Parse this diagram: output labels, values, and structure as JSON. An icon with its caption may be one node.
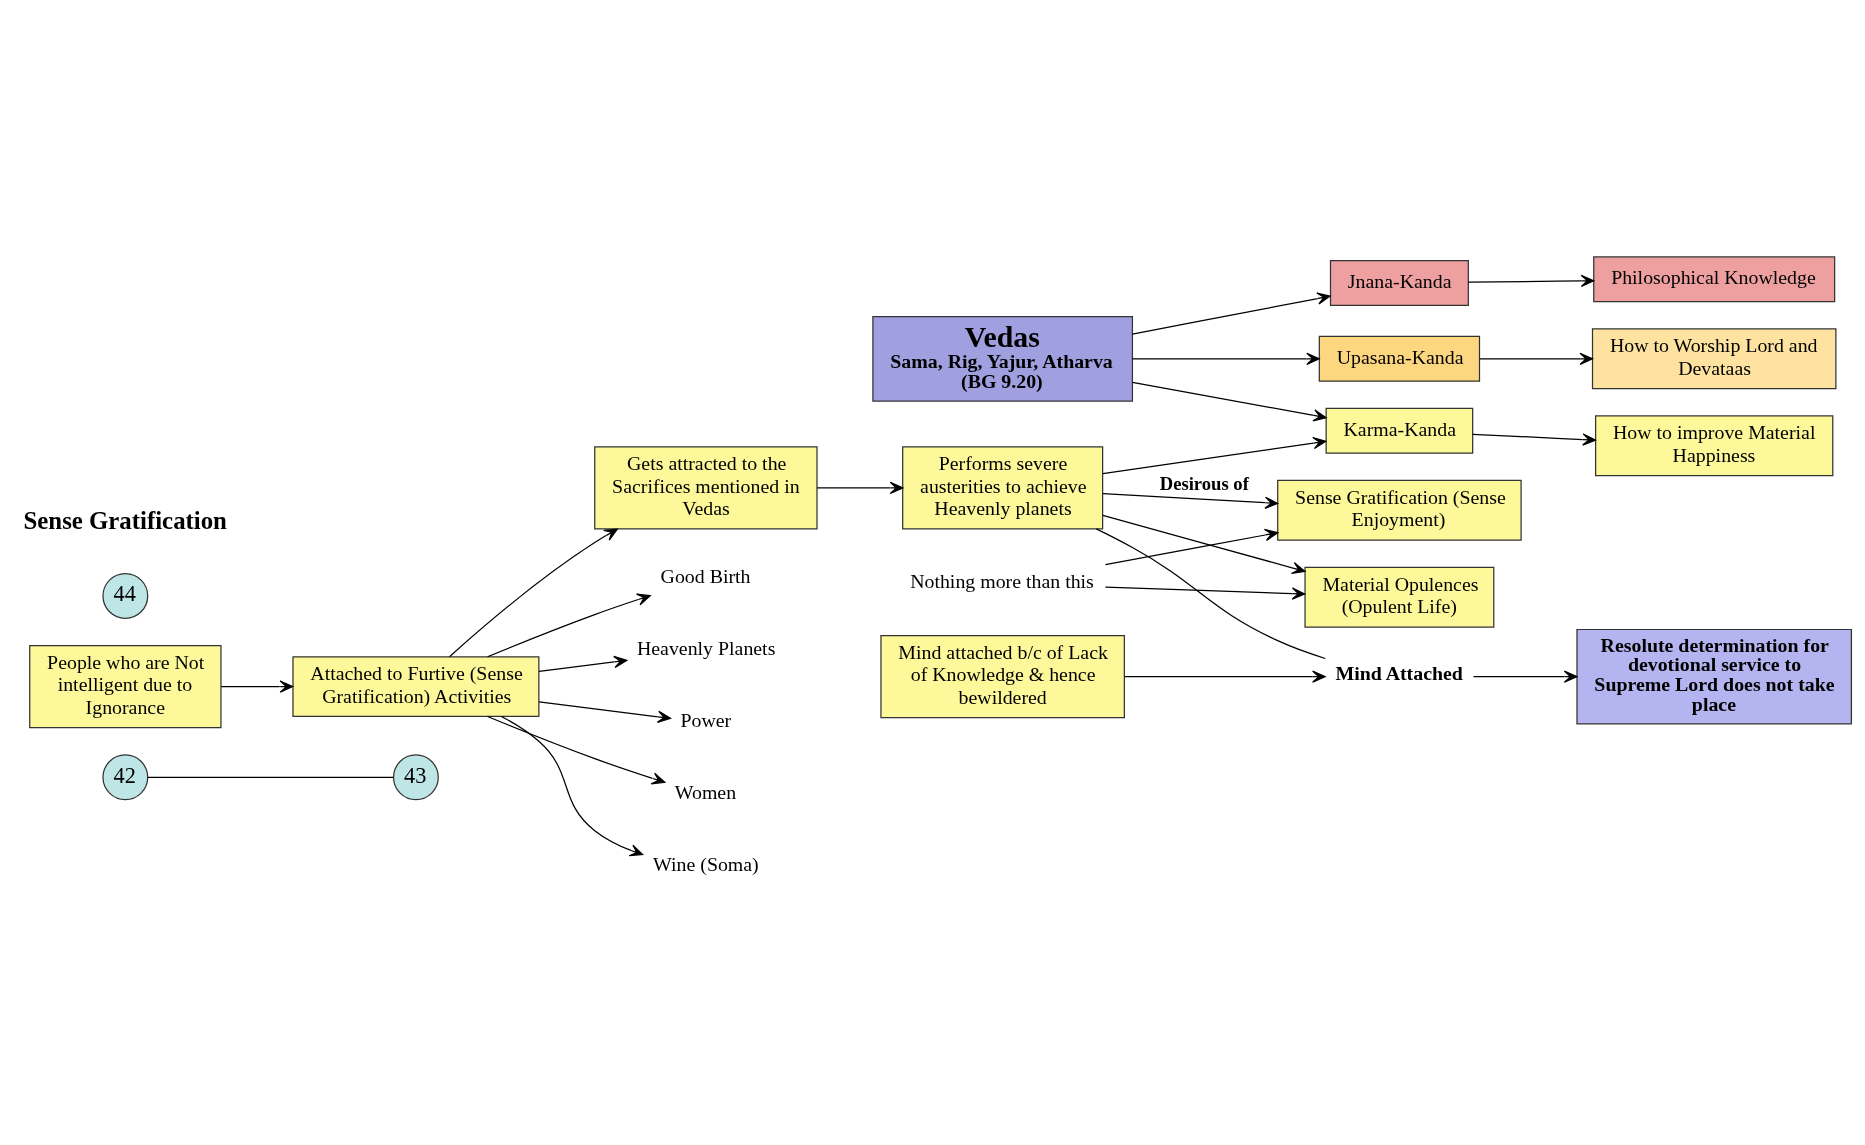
{
  "diagram": {
    "nodes": [
      {
        "text": [
          "42"
        ]
      },
      {
        "text": [
          "43"
        ]
      },
      {
        "text": [
          "Vedas",
          "Sama, Rig, Yajur, Atharva (BG 9.20)"
        ]
      },
      {
        "text": [
          "Jnana-Kanda"
        ]
      },
      {
        "text": [
          "Philosophical Knowledge"
        ]
      },
      {
        "text": [
          "Upasana-Kanda"
        ]
      },
      {
        "text": [
          "How to Worship Lord and Devataas"
        ]
      },
      {
        "text": [
          "Karma-Kanda"
        ]
      },
      {
        "text": [
          "How to improve Material Happiness"
        ]
      },
      {
        "text": [
          "People who are Not intelligent due to Ignorance"
        ]
      },
      {
        "text": [
          "Performs severe austerities to achieve Heavenly planets"
        ]
      },
      {
        "text": [
          "Gets attracted to the Sacrifices mentioned in Vedas"
        ]
      },
      {
        "text": [
          "Attached to Furtive (Sense Gratification) Activities"
        ]
      },
      {
        "text": [
          "Sense Gratification (Sense Enjoyment)"
        ]
      },
      {
        "text": [
          "44"
        ]
      },
      {
        "text": [
          "Resolute determination for devotional service to Supreme Lord does not take place"
        ]
      },
      {
        "text": [
          "Nothing more than this"
        ]
      },
      {
        "text": [
          "Mind Attached"
        ]
      },
      {
        "text": [
          "Material Opulences (Opulent Life)"
        ]
      },
      {
        "text": [
          "Mind attached b/c of Lack of Knowledge & hence bewildered"
        ]
      },
      {
        "text": [
          "Good Birth"
        ]
      },
      {
        "text": [
          "Heavenly Planets"
        ]
      },
      {
        "text": [
          "Power"
        ]
      },
      {
        "text": [
          "Women"
        ]
      },
      {
        "text": [
          "Wine (Soma)"
        ]
      }
    ],
    "edges": [
      {
        "from": 0,
        "to": 1,
        "arrow": "none"
      },
      {
        "from": 2,
        "to": 3,
        "arrow": "to"
      },
      {
        "from": 2,
        "to": 5,
        "arrow": "to"
      },
      {
        "from": 2,
        "to": 7,
        "arrow": "to"
      },
      {
        "from": 3,
        "to": 4,
        "arrow": "to"
      },
      {
        "from": 5,
        "to": 6,
        "arrow": "to"
      },
      {
        "from": 7,
        "to": 8,
        "arrow": "to"
      },
      {
        "from": 9,
        "to": 12,
        "arrow": "to"
      },
      {
        "from": 12,
        "to": 11,
        "arrow": "to"
      },
      {
        "from": 11,
        "to": 10,
        "arrow": "to"
      },
      {
        "from": 10,
        "to": 7,
        "arrow": "to"
      },
      {
        "from": 10,
        "to": 13,
        "arrow": "to",
        "label": "Desirous of"
      },
      {
        "from": 10,
        "to": 18,
        "arrow": "to"
      },
      {
        "from": 16,
        "to": 13,
        "arrow": "to"
      },
      {
        "from": 16,
        "to": 18,
        "arrow": "to"
      },
      {
        "from": 10,
        "to": 17,
        "arrow": "none"
      },
      {
        "from": 17,
        "to": 15,
        "arrow": "to"
      },
      {
        "from": 19,
        "to": 17,
        "arrow": "to"
      },
      {
        "from": 12,
        "to": 20,
        "arrow": "to"
      },
      {
        "from": 12,
        "to": 21,
        "arrow": "to"
      },
      {
        "from": 12,
        "to": 22,
        "arrow": "to"
      },
      {
        "from": 12,
        "to": 23,
        "arrow": "to"
      },
      {
        "from": 12,
        "to": 24,
        "arrow": "to"
      }
    ],
    "labels": [
      "Sense Gratification"
    ]
  }
}
